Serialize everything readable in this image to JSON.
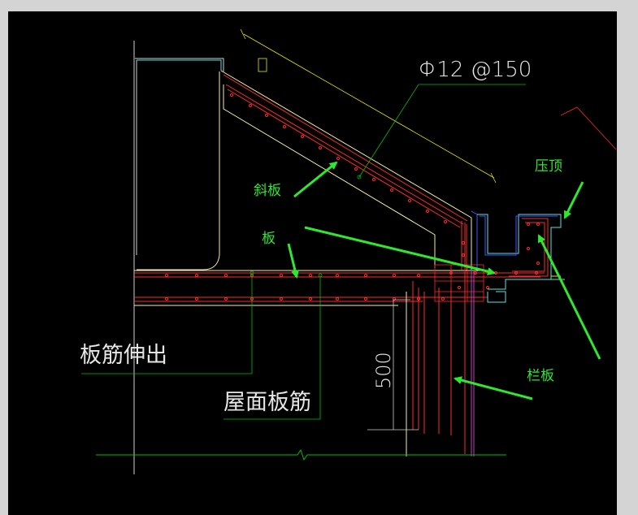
{
  "colors": {
    "background_outer": "#d4d4d4",
    "drawing_background": "#000000",
    "annotation_green": "#2ee82e",
    "dim_white": "#e6e6e6",
    "rebar_red": "#ff2a2a",
    "concrete_outline": "#f5f0a0",
    "dim_yellow": "#e6e600",
    "cyan_edge": "#5fe0e0",
    "blue_edge": "#3a5cff",
    "purple_rebar": "#c040c0",
    "leader_green": "#00c000"
  },
  "labels": {
    "rebar_spec": "Φ12 @150",
    "inclined_slab": "斜板",
    "slab": "板",
    "coping": "压顶",
    "parapet": "栏板",
    "slab_rebar_extension": "板筋伸出",
    "roof_slab_rebar": "屋面板筋",
    "dimension_500": "500"
  }
}
